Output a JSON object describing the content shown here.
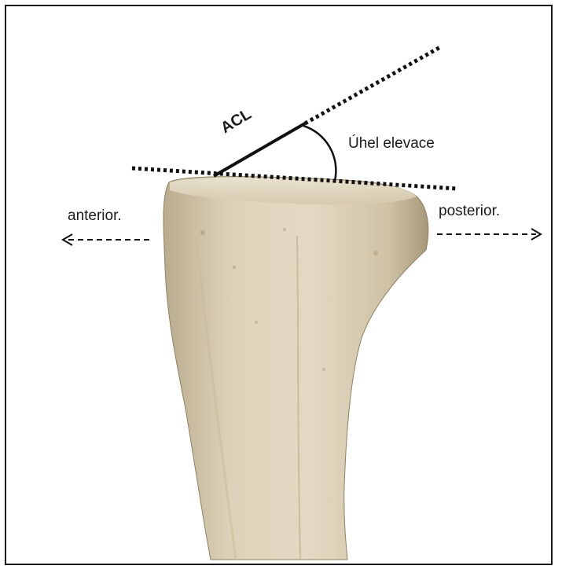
{
  "labels": {
    "acl": "ACL",
    "angle": "Úhel elevace",
    "anterior": "anterior.",
    "posterior": "posterior."
  },
  "colors": {
    "bone_fill": "#d8ccb2",
    "bone_shadow": "#b5a686",
    "bone_highlight": "#ece5d3",
    "line": "#111111"
  },
  "icons": {
    "anterior_arrow": "dashed-arrow-left",
    "posterior_arrow": "dashed-arrow-right"
  }
}
